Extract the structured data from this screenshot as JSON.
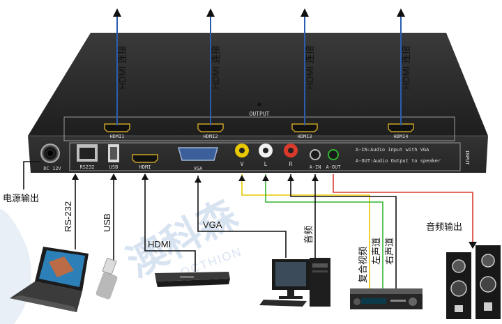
{
  "device": {
    "output_panel_label": "OUTPUT",
    "hdmi_outputs": [
      "HDMI1",
      "HDMI2",
      "HDMI3",
      "HDMI4"
    ],
    "input_side_label": "INPUT",
    "port_labels": {
      "dc": "DC 12V",
      "rs232": "RS232",
      "usb": "USB",
      "hdmi_in": "HDMI",
      "vga": "VGA",
      "video": "V",
      "audio_l": "L",
      "audio_r": "R",
      "audio_in": "A-IN",
      "audio_out": "A-OUT"
    },
    "info_line1": "A-IN:Audio input with VGA",
    "info_line2": "A-OUT:Audio Output to speaker"
  },
  "connections": {
    "hdmi_link": "HDMI 连接",
    "power_output": "电源输出",
    "rs232": "RS-232",
    "usb": "USB",
    "hdmi": "HDMI",
    "vga": "VGA",
    "audio": "音频",
    "composite_video": "复合视频",
    "left_channel": "左声道",
    "right_channel": "右声道",
    "audio_output": "音频输出"
  },
  "watermark": {
    "chinese": "澳科森",
    "english": "OCTHION"
  },
  "colors": {
    "device_body": "#2b2b2b",
    "cable_blue": "#2a5db0",
    "cable_yellow": "#e8c800",
    "cable_green": "#2fb52f",
    "cable_red": "#d93a2b",
    "line_black": "#111111",
    "watermark_blue": "#b9cde6"
  }
}
